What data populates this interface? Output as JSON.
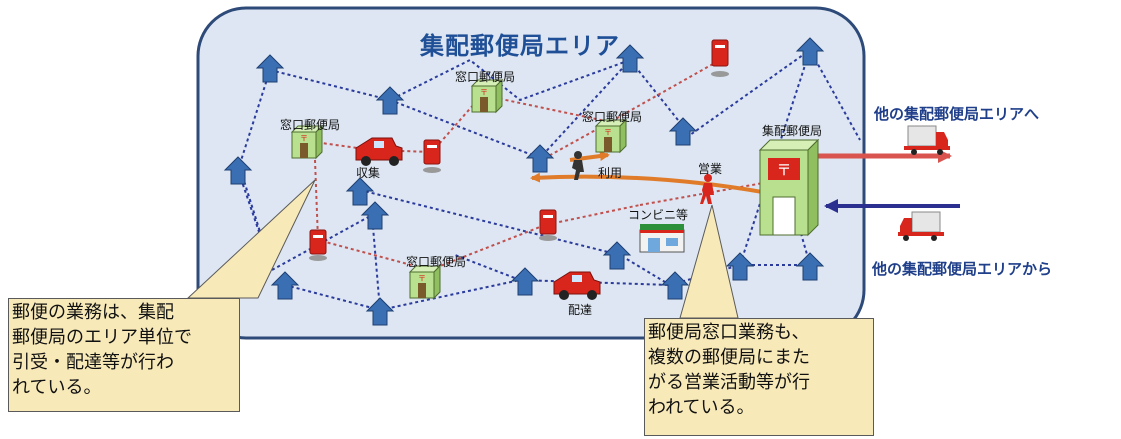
{
  "area_title": "集配郵便局エリア",
  "labels": {
    "window_office_1": "窓口郵便局",
    "window_office_2": "窓口郵便局",
    "window_office_3": "窓口郵便局",
    "window_office_4": "窓口郵便局",
    "central_office": "集配郵便局",
    "collection": "収集",
    "usage": "利用",
    "sales": "営業",
    "convenience_store": "コンビニ等",
    "delivery": "配達"
  },
  "outgoing_label": "他の集配郵便局エリアへ",
  "incoming_label": "他の集配郵便局エリアから",
  "callout_left": [
    "郵便の業務は、集配",
    "郵便局のエリア単位で",
    "引受・配達等が行わ",
    "れている。"
  ],
  "callout_right": [
    "郵便局窓口業務も、",
    "複数の郵便局にまた",
    "がる営業活動等が行",
    "われている。"
  ],
  "colors": {
    "area_fill": "#dde6f2",
    "area_border": "#2e4a78",
    "house": "#3b6fb3",
    "network_line": "#2b3b9c",
    "collection_line": "#c0504d",
    "post_office": "#b9e08f",
    "sales_arrow": "#e07b2a",
    "outgoing_arrow": "#d9534f",
    "incoming_arrow": "#2b2f8f",
    "callout_fill": "#f8e9b8"
  }
}
